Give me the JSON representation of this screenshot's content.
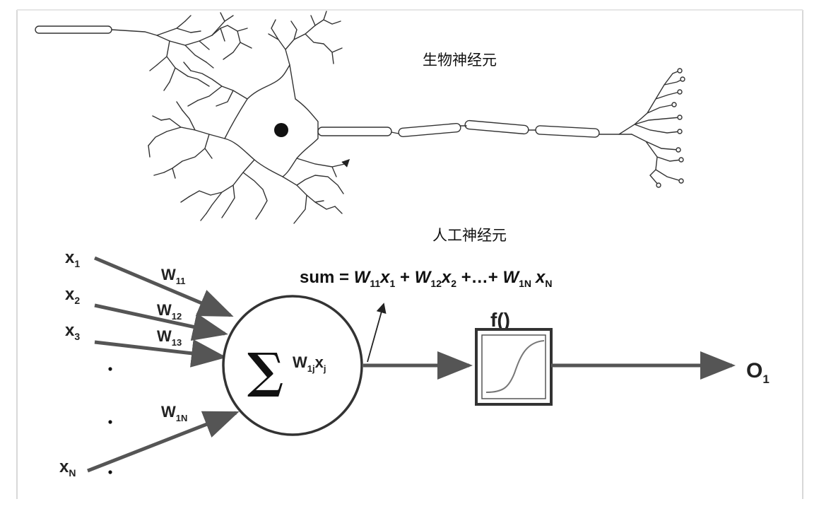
{
  "labels": {
    "bio_neuron": "生物神经元",
    "artificial_neuron": "人工神经元"
  },
  "inputs": [
    {
      "name": "x",
      "sub": "1"
    },
    {
      "name": "x",
      "sub": "2"
    },
    {
      "name": "x",
      "sub": "3"
    },
    {
      "name": "x",
      "sub": "N"
    }
  ],
  "weights": [
    {
      "name": "W",
      "sub": "11"
    },
    {
      "name": "W",
      "sub": "12"
    },
    {
      "name": "W",
      "sub": "13"
    },
    {
      "name": "W",
      "sub": "1N"
    }
  ],
  "formula": {
    "prefix": "sum = ",
    "terms": [
      {
        "w": "W",
        "wsub": "11",
        "x": "x",
        "xsub": "1",
        "after": " + "
      },
      {
        "w": "W",
        "wsub": "12",
        "x": "x",
        "xsub": "2",
        "after": " +…+ "
      },
      {
        "w": "W",
        "wsub": "1N",
        "x": "x",
        "xsub": "N",
        "after": ""
      }
    ]
  },
  "summation": {
    "symbol": "∑",
    "w": "W",
    "wsub": "1j",
    "x": "x",
    "xsub": "j"
  },
  "activation": {
    "label": "f()"
  },
  "output": {
    "name": "O",
    "sub": "1"
  }
}
